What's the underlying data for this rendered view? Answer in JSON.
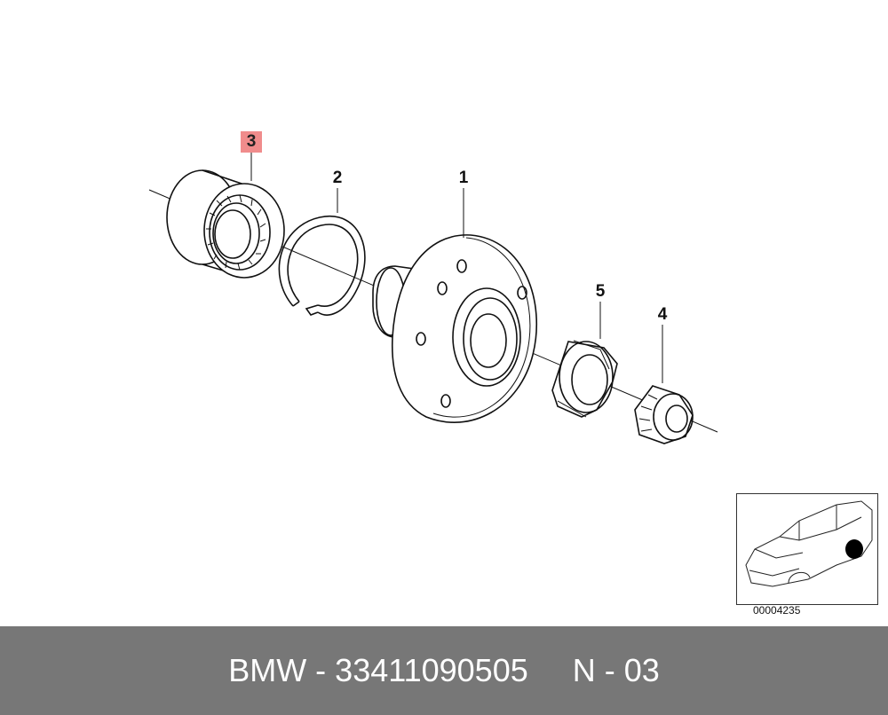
{
  "diagram": {
    "callouts": [
      {
        "number": "3",
        "highlighted": true
      },
      {
        "number": "2",
        "highlighted": false
      },
      {
        "number": "1",
        "highlighted": false
      },
      {
        "number": "5",
        "highlighted": false
      },
      {
        "number": "4",
        "highlighted": false
      }
    ],
    "highlight_color": "#f08c8c",
    "inset_code": "00004235"
  },
  "footer": {
    "text": "BMW - 33411090505     N - 03",
    "background": "#777777"
  }
}
